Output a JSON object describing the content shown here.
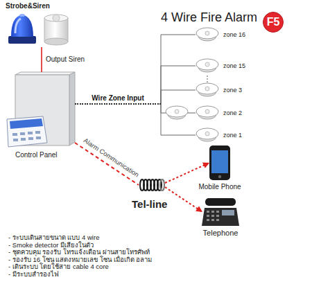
{
  "diagram": {
    "title": "4 Wire Fire Alarm",
    "nodes": [
      {
        "text": [
          "Strobe&Siren"
        ]
      },
      {
        "text": [
          "F5"
        ]
      },
      {
        "text": [
          "zone 16"
        ]
      },
      {
        "text": [
          "zone 15"
        ]
      },
      {
        "text": [
          "zone 3"
        ]
      },
      {
        "text": [
          "zone 2"
        ]
      },
      {
        "text": [
          "zone 1"
        ]
      },
      {
        "text": [
          "Control Panel"
        ]
      },
      {
        "text": [
          "Mobile Phone"
        ]
      },
      {
        "text": [
          "Tel-line"
        ]
      },
      {
        "text": [
          "Telephone"
        ]
      }
    ],
    "edges": [
      {
        "from": 7,
        "to": 0,
        "arrow": "none",
        "label": "Output Siren"
      },
      {
        "from": 7,
        "to": 2,
        "arrow": "none"
      },
      {
        "from": 7,
        "to": 3,
        "arrow": "none"
      },
      {
        "from": 7,
        "to": 4,
        "arrow": "none",
        "label": "Wire Zone Input"
      },
      {
        "from": 7,
        "to": 5,
        "arrow": "none"
      },
      {
        "from": 7,
        "to": 6,
        "arrow": "none"
      },
      {
        "from": 7,
        "to": 9,
        "arrow": "none",
        "label": "Alarm Communication"
      },
      {
        "from": 9,
        "to": 8,
        "arrow": "to"
      },
      {
        "from": 9,
        "to": 10,
        "arrow": "to"
      }
    ],
    "labels": [
      "- ระบบเดินสายขนาด แบบ 4 wire",
      "- Smoke detector มีเสียงในตัว",
      "- ชุดควบคุม รองรับ โทรแจ้งเตือน ผ่านสายโทรศัพท์",
      "- รองรับ 16 โซน แสดงหมายเลข โซน เมื่อเกิด อลาม",
      "- เดินระบบ โดยใช้สาย cable 4 core",
      "- มีระบบสำรองไฟ"
    ]
  }
}
